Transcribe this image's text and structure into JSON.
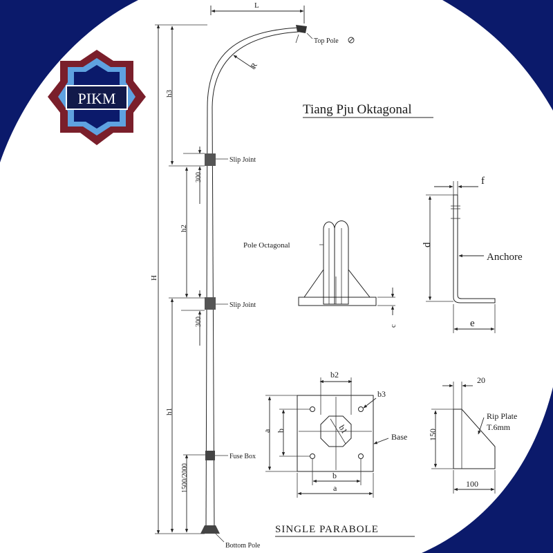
{
  "brand": {
    "logo_text": "PIKM",
    "color_navy": "#0b1a6b",
    "color_maroon": "#7a1f2b",
    "color_blue": "#5fa2e0"
  },
  "title": "Tiang Pju Oktagonal",
  "footer_title": "SINGLE PARABOLE",
  "pole": {
    "dim_L": "L",
    "dim_R": "R",
    "dim_H": "H",
    "dim_h1": "h1",
    "dim_h2": "h2",
    "dim_h3": "h3",
    "dim_300_upper": "300",
    "dim_300_lower": "300",
    "dim_fuse_height": "1500/2000",
    "label_top_pole": "Top Pole",
    "label_slip_joint_upper": "Slip Joint",
    "label_slip_joint_lower": "Slip Joint",
    "label_fuse_box": "Fuse Box",
    "label_bottom_pole": "Bottom Pole"
  },
  "base_detail": {
    "label_pole_octagonal": "Pole Octagonal",
    "dim_c": "c"
  },
  "anchor_detail": {
    "dim_f": "f",
    "dim_d": "d",
    "dim_e": "e",
    "label_anchor": "Anchore"
  },
  "plan_detail": {
    "dim_b2": "b2",
    "dim_b3": "b3",
    "dim_a_left": "a",
    "dim_b_left": "b",
    "dim_b1": "b1",
    "label_base": "Base",
    "dim_b_bottom": "b",
    "dim_a_bottom": "a"
  },
  "rib_detail": {
    "dim_20": "20",
    "dim_150": "150",
    "dim_100": "100",
    "label_rib_plate": "Rip Plate",
    "label_thickness": "T.6mm"
  }
}
